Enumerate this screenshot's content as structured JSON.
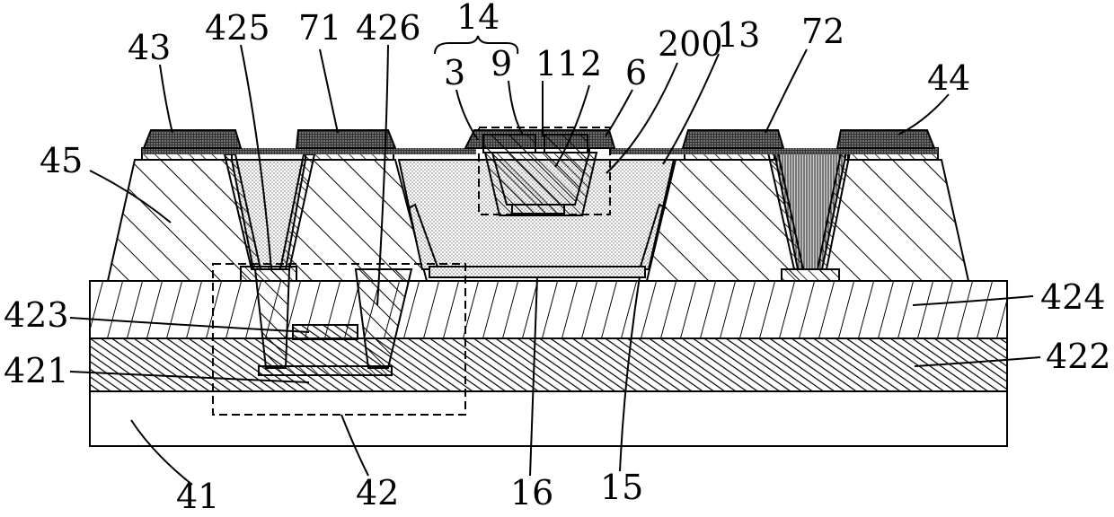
{
  "labels": {
    "l43": "43",
    "l425": "425",
    "l71": "71",
    "l426": "426",
    "l14": "14",
    "l3": "3",
    "l9": "9",
    "l11": "11",
    "l2": "2",
    "l6": "6",
    "l200": "200",
    "l13": "13",
    "l72": "72",
    "l44": "44",
    "l45": "45",
    "l423": "423",
    "l421": "421",
    "l424": "424",
    "l422": "422",
    "l41": "41",
    "l42": "42",
    "l16": "16",
    "l15": "15"
  }
}
